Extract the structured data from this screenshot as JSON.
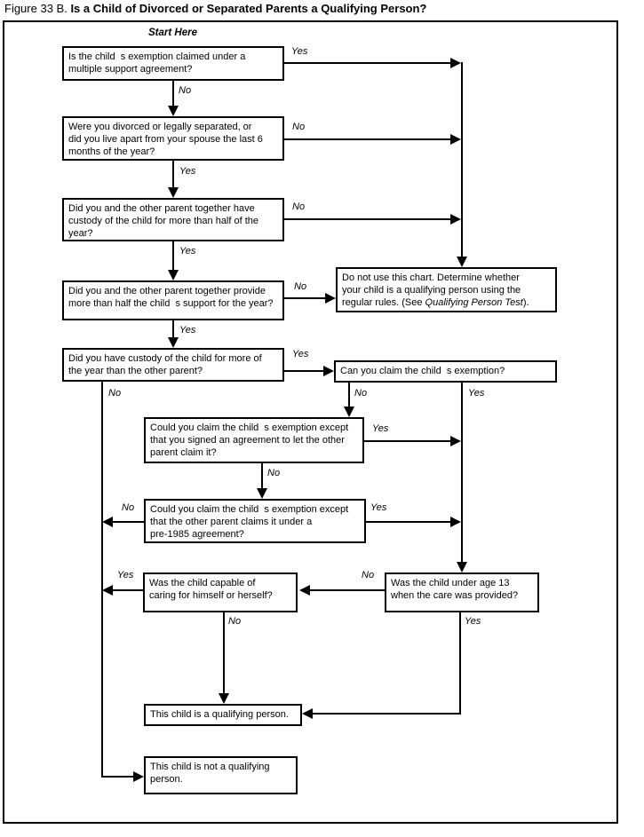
{
  "title": {
    "prefix": "Figure 33 B. ",
    "emphasis": "Is a Child of Divorced or Separated Parents a Qualifying Person?"
  },
  "labels": {
    "start": "Start Here",
    "yes": "Yes",
    "no": "No"
  },
  "nodes": {
    "multiple_support": {
      "text": "Is the child  s exemption claimed under a\nmultiple support agreement?"
    },
    "divorced_separated": {
      "text": "Were you divorced or legally separated, or\ndid you live apart from your spouse the last 6\nmonths of the year?"
    },
    "custody_together": {
      "text": "Did you and the other parent together have\ncustody of the child for more than half of the\nyear?"
    },
    "support_together": {
      "text": "Did you and the other parent together provide\nmore than half the child  s support for the year?"
    },
    "do_not_use": {
      "prefix": "Do not use this chart. Determine whether\nyour child is a qualifying person using the\nregular rules. (See ",
      "italic": "Qualifying Person Test",
      "suffix": ")."
    },
    "custody_more": {
      "text": "Did you have custody of the child for more of\nthe year than the other parent?"
    },
    "claim_exemption": {
      "text": "Can you claim the child  s exemption?"
    },
    "signed_agreement": {
      "text": "Could you claim the child  s exemption except\nthat you signed an agreement to let the other\nparent claim it?"
    },
    "pre_1985": {
      "text": "Could you claim the child  s exemption except\nthat the other parent claims it under a\npre-1985 agreement?"
    },
    "capable_caring": {
      "text": "Was the child capable of\ncaring for himself or herself?"
    },
    "under_age_13": {
      "text": "Was the child under age 13\nwhen the care was provided?"
    },
    "qualifying": {
      "text": "This child is a qualifying person."
    },
    "not_qualifying": {
      "text": "This child is not a qualifying\nperson."
    }
  },
  "flow": [
    {
      "from": "multiple_support",
      "answer": "Yes",
      "to": "do_not_use"
    },
    {
      "from": "multiple_support",
      "answer": "No",
      "to": "divorced_separated"
    },
    {
      "from": "divorced_separated",
      "answer": "No",
      "to": "do_not_use"
    },
    {
      "from": "divorced_separated",
      "answer": "Yes",
      "to": "custody_together"
    },
    {
      "from": "custody_together",
      "answer": "No",
      "to": "do_not_use"
    },
    {
      "from": "custody_together",
      "answer": "Yes",
      "to": "support_together"
    },
    {
      "from": "support_together",
      "answer": "No",
      "to": "do_not_use"
    },
    {
      "from": "support_together",
      "answer": "Yes",
      "to": "custody_more"
    },
    {
      "from": "custody_more",
      "answer": "Yes",
      "to": "claim_exemption"
    },
    {
      "from": "custody_more",
      "answer": "No",
      "to": "not_qualifying"
    },
    {
      "from": "claim_exemption",
      "answer": "No",
      "to": "signed_agreement"
    },
    {
      "from": "claim_exemption",
      "answer": "Yes",
      "to": "under_age_13"
    },
    {
      "from": "signed_agreement",
      "answer": "Yes",
      "to": "under_age_13"
    },
    {
      "from": "signed_agreement",
      "answer": "No",
      "to": "pre_1985"
    },
    {
      "from": "pre_1985",
      "answer": "Yes",
      "to": "under_age_13"
    },
    {
      "from": "pre_1985",
      "answer": "No",
      "to": "not_qualifying"
    },
    {
      "from": "under_age_13",
      "answer": "No",
      "to": "capable_caring"
    },
    {
      "from": "under_age_13",
      "answer": "Yes",
      "to": "qualifying"
    },
    {
      "from": "capable_caring",
      "answer": "Yes",
      "to": "not_qualifying"
    },
    {
      "from": "capable_caring",
      "answer": "No",
      "to": "qualifying"
    }
  ]
}
